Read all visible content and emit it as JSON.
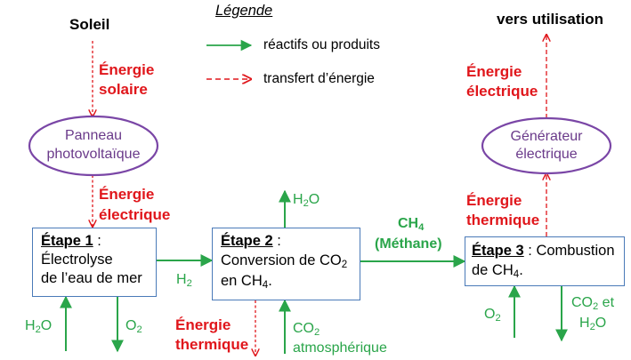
{
  "legend": {
    "title": "Légende",
    "green_label": "réactifs ou produits",
    "red_label": "transfert d’énergie"
  },
  "top_left": "Soleil",
  "top_right": "vers utilisation",
  "energy": {
    "solaire_1": "Énergie",
    "solaire_2": "solaire",
    "elec_left_1": "Énergie",
    "elec_left_2": "électrique",
    "therm_mid_1": "Énergie",
    "therm_mid_2": "thermique",
    "therm_right_1": "Énergie",
    "therm_right_2": "thermique",
    "elec_right_1": "Énergie",
    "elec_right_2": "électrique"
  },
  "panel": {
    "line1": "Panneau",
    "line2": "photovoltaïque"
  },
  "generator": {
    "line1": "Générateur",
    "line2": "électrique"
  },
  "step1": {
    "title": "Étape 1",
    "sep": " :",
    "line2": "Électrolyse",
    "line3": "de l’eau de mer"
  },
  "step2": {
    "title": "Étape 2",
    "sep": " :",
    "line2a": "Conversion de CO",
    "line2sub": "2",
    "line3a": "en CH",
    "line3sub": "4",
    "line3b": "."
  },
  "step3": {
    "title": "Étape 3",
    "sep": " : Combustion",
    "line2a": "de CH",
    "line2sub": "4",
    "line2b": "."
  },
  "species": {
    "h2o_top": "H",
    "h2o_top_sub": "2",
    "h2o_top_end": "O",
    "h2": "H",
    "h2_sub": "2",
    "h2o_in": "H",
    "h2o_in_sub": "2",
    "h2o_in_end": "O",
    "o2_out": "O",
    "o2_out_sub": "2",
    "ch4": "CH",
    "ch4_sub": "4",
    "methane": "(Méthane)",
    "co2_in": "CO",
    "co2_in_sub": "2",
    "co2_in_2": "atmosphérique",
    "o2_in": "O",
    "o2_in_sub": "2",
    "co2_out": "CO",
    "co2_out_sub": "2",
    "co2_out_end": " et",
    "h2o_out": "H",
    "h2o_out_sub": "2",
    "h2o_out_end": "O"
  },
  "colors": {
    "green": "#2aa54a",
    "red": "#e0161b",
    "purple": "#6a3a8a",
    "box_border": "#4a7ab8"
  }
}
